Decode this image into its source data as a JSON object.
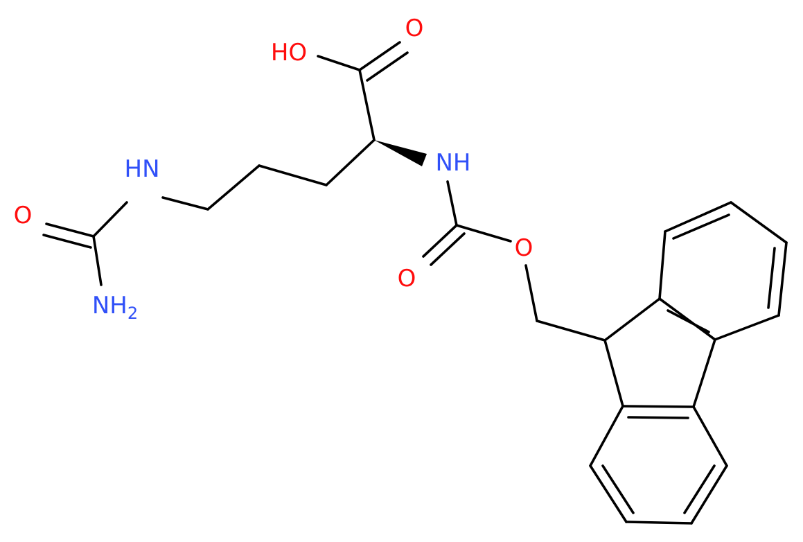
{
  "colors": {
    "bond": "#000000",
    "oxygen": "#ff0d0d",
    "nitrogen": "#3050f8",
    "background": "#ffffff"
  },
  "atoms": {
    "oh": "HO",
    "carboxyl_o": "O",
    "alpha_nh": "NH",
    "side_nh": "HN",
    "urea_o": "O",
    "nh2_main": "NH",
    "nh2_sub": "2",
    "carbamate_o": "O",
    "ester_o": "O"
  }
}
